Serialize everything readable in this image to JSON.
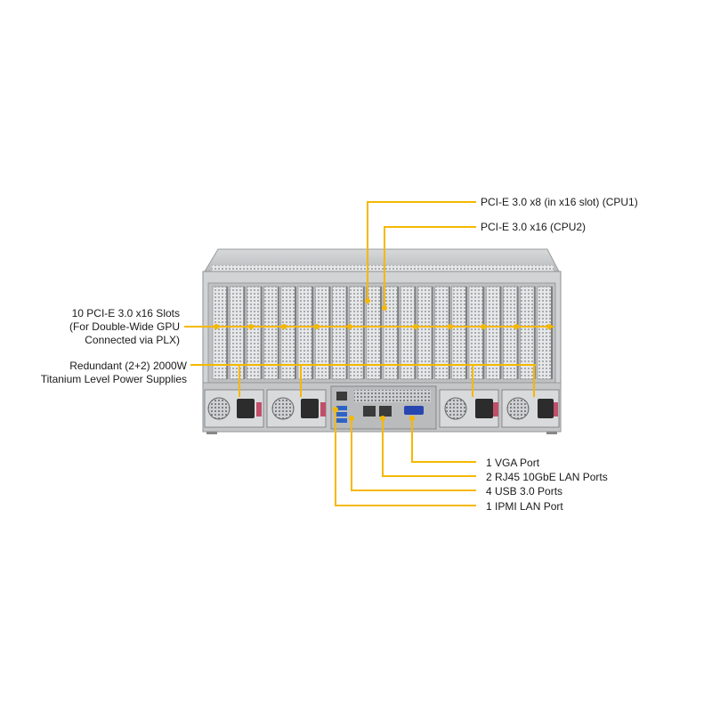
{
  "labels": {
    "pcie_cpu1": "PCI-E 3.0 x8 (in x16 slot) (CPU1)",
    "pcie_cpu2": "PCI-E 3.0 x16 (CPU2)",
    "slots_line1": "10 PCI-E 3.0 x16 Slots",
    "slots_line2": "(For Double-Wide GPU",
    "slots_line3": "Connected via PLX)",
    "psu_line1": "Redundant (2+2) 2000W",
    "psu_line2": "Titanium Level Power Supplies",
    "vga": "1 VGA Port",
    "lan": "2 RJ45 10GbE LAN Ports",
    "usb": "4 USB 3.0 Ports",
    "ipmi": "1 IPMI LAN Port"
  },
  "colors": {
    "callout": "#f5b800",
    "chassis": "#c9cacc",
    "chassis_dark": "#8e9092"
  }
}
